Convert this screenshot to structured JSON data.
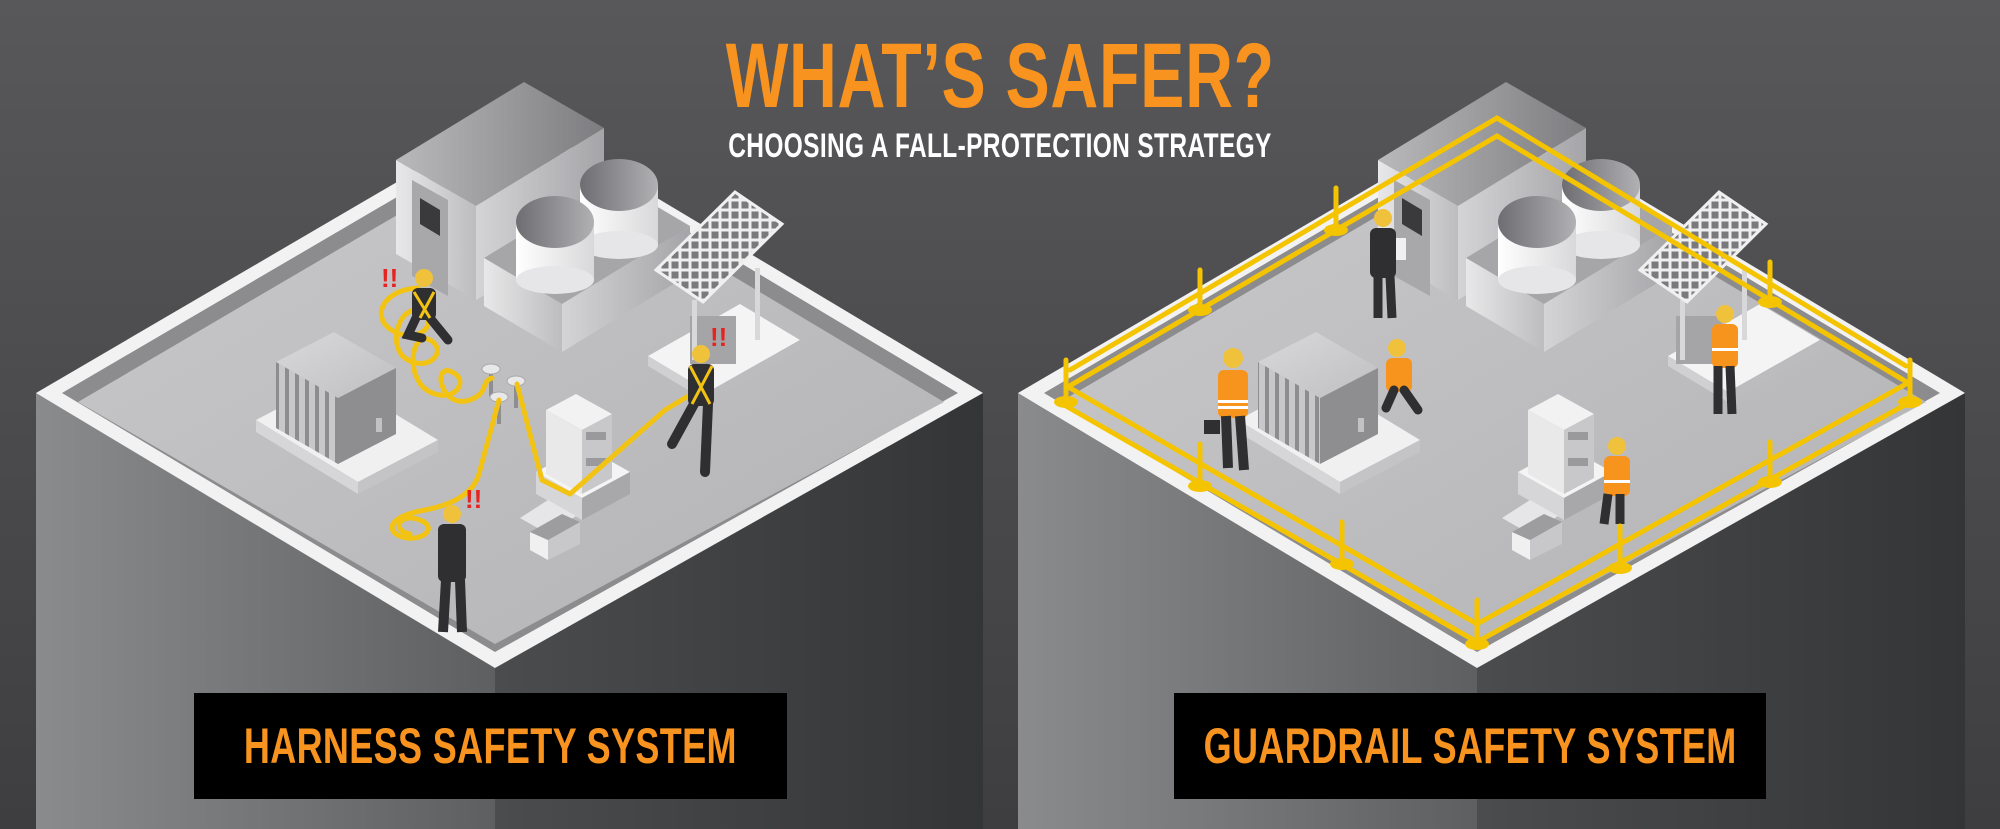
{
  "header": {
    "title": "WHAT’S SAFER?",
    "subtitle": "CHOOSING A FALL-PROTECTION STRATEGY"
  },
  "panels": [
    {
      "label": "HARNESS SAFETY SYSTEM",
      "system": "harness",
      "workers": 3,
      "warning_marks": [
        "!!",
        "!!",
        "!!"
      ],
      "equipment": [
        "rooftop-access-room",
        "cylindrical-tanks",
        "solar-panel",
        "transformer",
        "electrical-cabinet",
        "toolbox",
        "anchor-posts",
        "tangled-lifelines"
      ]
    },
    {
      "label": "GUARDRAIL SAFETY SYSTEM",
      "system": "guardrail",
      "workers": 5,
      "equipment": [
        "rooftop-access-room",
        "cylindrical-tanks",
        "solar-panel",
        "transformer",
        "electrical-cabinet",
        "toolbox",
        "perimeter-guardrail"
      ]
    }
  ],
  "colors": {
    "accent_orange": "#f7931e",
    "rail_yellow": "#f5c400",
    "lifeline_yellow": "#f3c313",
    "warning_red": "#e52421",
    "vest_orange": "#f7941d",
    "label_bg": "#000000",
    "background": "#505052",
    "roof_floor": "#bdbdbf",
    "parapet": "#f2f2f2"
  }
}
